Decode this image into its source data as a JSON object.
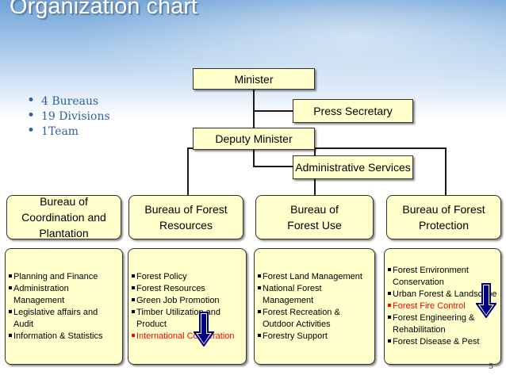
{
  "title": "Organization chart",
  "bullets": [
    "4 Bureaus",
    "19 Divisions",
    "1Team"
  ],
  "nodes": {
    "minister": "Minister",
    "press_secretary": "Press Secretary",
    "deputy_minister": "Deputy Minister",
    "administrative_services": "Administrative Services"
  },
  "bureaus": [
    {
      "name": "Bureau of\nCoordination and\nPlantation",
      "items": [
        {
          "text": "Planning and Finance"
        },
        {
          "text": "Administration"
        },
        {
          "text": " Management",
          "cont": true
        },
        {
          "text": "Legislative affairs and Audit"
        },
        {
          "text": "Information & Statistics"
        }
      ]
    },
    {
      "name": "Bureau of Forest\nResources",
      "items": [
        {
          "text": "Forest Policy"
        },
        {
          "text": "Forest Resources"
        },
        {
          "text": "Green Job Promotion"
        },
        {
          "text": "Timber Utilization and"
        },
        {
          "text": " Product",
          "cont": true
        },
        {
          "text": " International Cooperation",
          "red": true
        }
      ]
    },
    {
      "name": "Bureau of\nForest Use",
      "items": [
        {
          "text": "Forest Land Management"
        },
        {
          "text": "National Forest"
        },
        {
          "text": " Management",
          "cont": true
        },
        {
          "text": "Forest Recreation &"
        },
        {
          "text": " Outdoor Activities",
          "cont": true
        },
        {
          "text": "Forestry Support"
        }
      ]
    },
    {
      "name": "Bureau of Forest\nProtection",
      "items": [
        {
          "text": "Forest Environment"
        },
        {
          "text": " Conservation",
          "cont": true
        },
        {
          "text": "Urban Forest & Landscape"
        },
        {
          "text": "Forest Fire Control",
          "red": true
        },
        {
          "text": "Forest Engineering &"
        },
        {
          "text": " Rehabilitation",
          "cont": true
        },
        {
          "text": "Forest Disease & Pest"
        }
      ]
    }
  ],
  "colors": {
    "box_fill": "#ffffcc",
    "highlight": "#ff0000",
    "arrow": "#000080",
    "bullet_text": "#2f5fa0"
  },
  "arrow_icons": [
    "down-arrow-icon",
    "down-arrow-icon"
  ],
  "page_number": "5"
}
